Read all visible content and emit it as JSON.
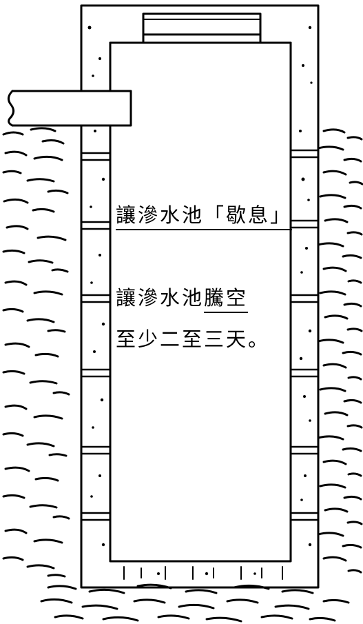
{
  "figure": {
    "caption_title": "讓滲水池「歇息」",
    "instruction_line1_prefix": "讓滲水池",
    "instruction_line1_emph": "騰空",
    "instruction_line2": "至少二至三天。"
  },
  "colors": {
    "ink": "#000000",
    "paper": "#ffffff"
  }
}
